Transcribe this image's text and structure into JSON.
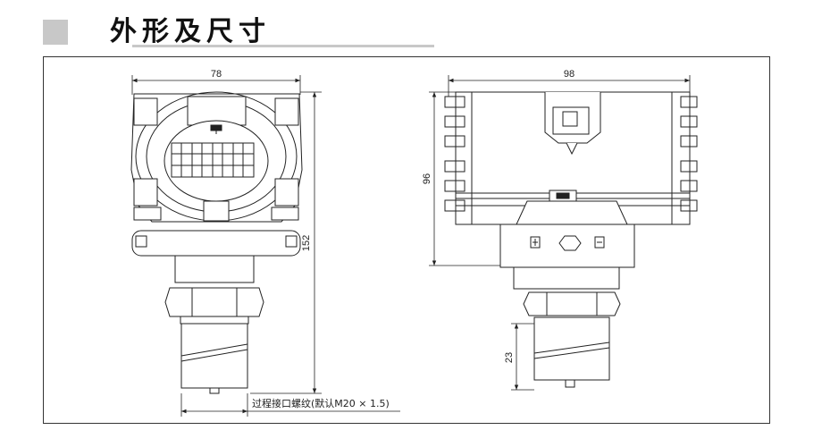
{
  "header": {
    "title": "外形及尺寸"
  },
  "front_view": {
    "width_dim": "78",
    "height_dim": "152",
    "thread_note": "过程接口螺纹(默认M20 × 1.5)"
  },
  "side_view": {
    "width_dim": "98",
    "height_dim": "96",
    "thread_length_dim": "23"
  }
}
